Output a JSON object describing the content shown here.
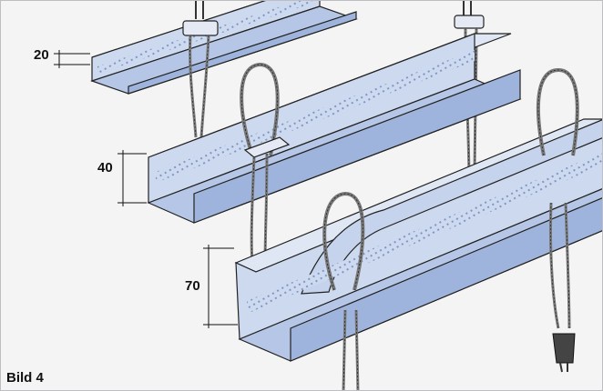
{
  "figure": {
    "caption": "Bild 4",
    "dimensions": [
      {
        "id": "small",
        "label": "20"
      },
      {
        "id": "medium",
        "label": "40"
      },
      {
        "id": "large",
        "label": "70"
      }
    ]
  },
  "colors": {
    "background": "#f4f4f5",
    "profile_face": "#cdd9ee",
    "profile_edge": "#9fb4dc",
    "profile_shadow": "#b6c6e6",
    "outline": "#222222",
    "wire": "#777777"
  },
  "icons": {
    "hanger_wire": "wire-loop-icon",
    "clamp": "clamp-icon",
    "wire_end": "wire-end-sleeve-icon"
  }
}
